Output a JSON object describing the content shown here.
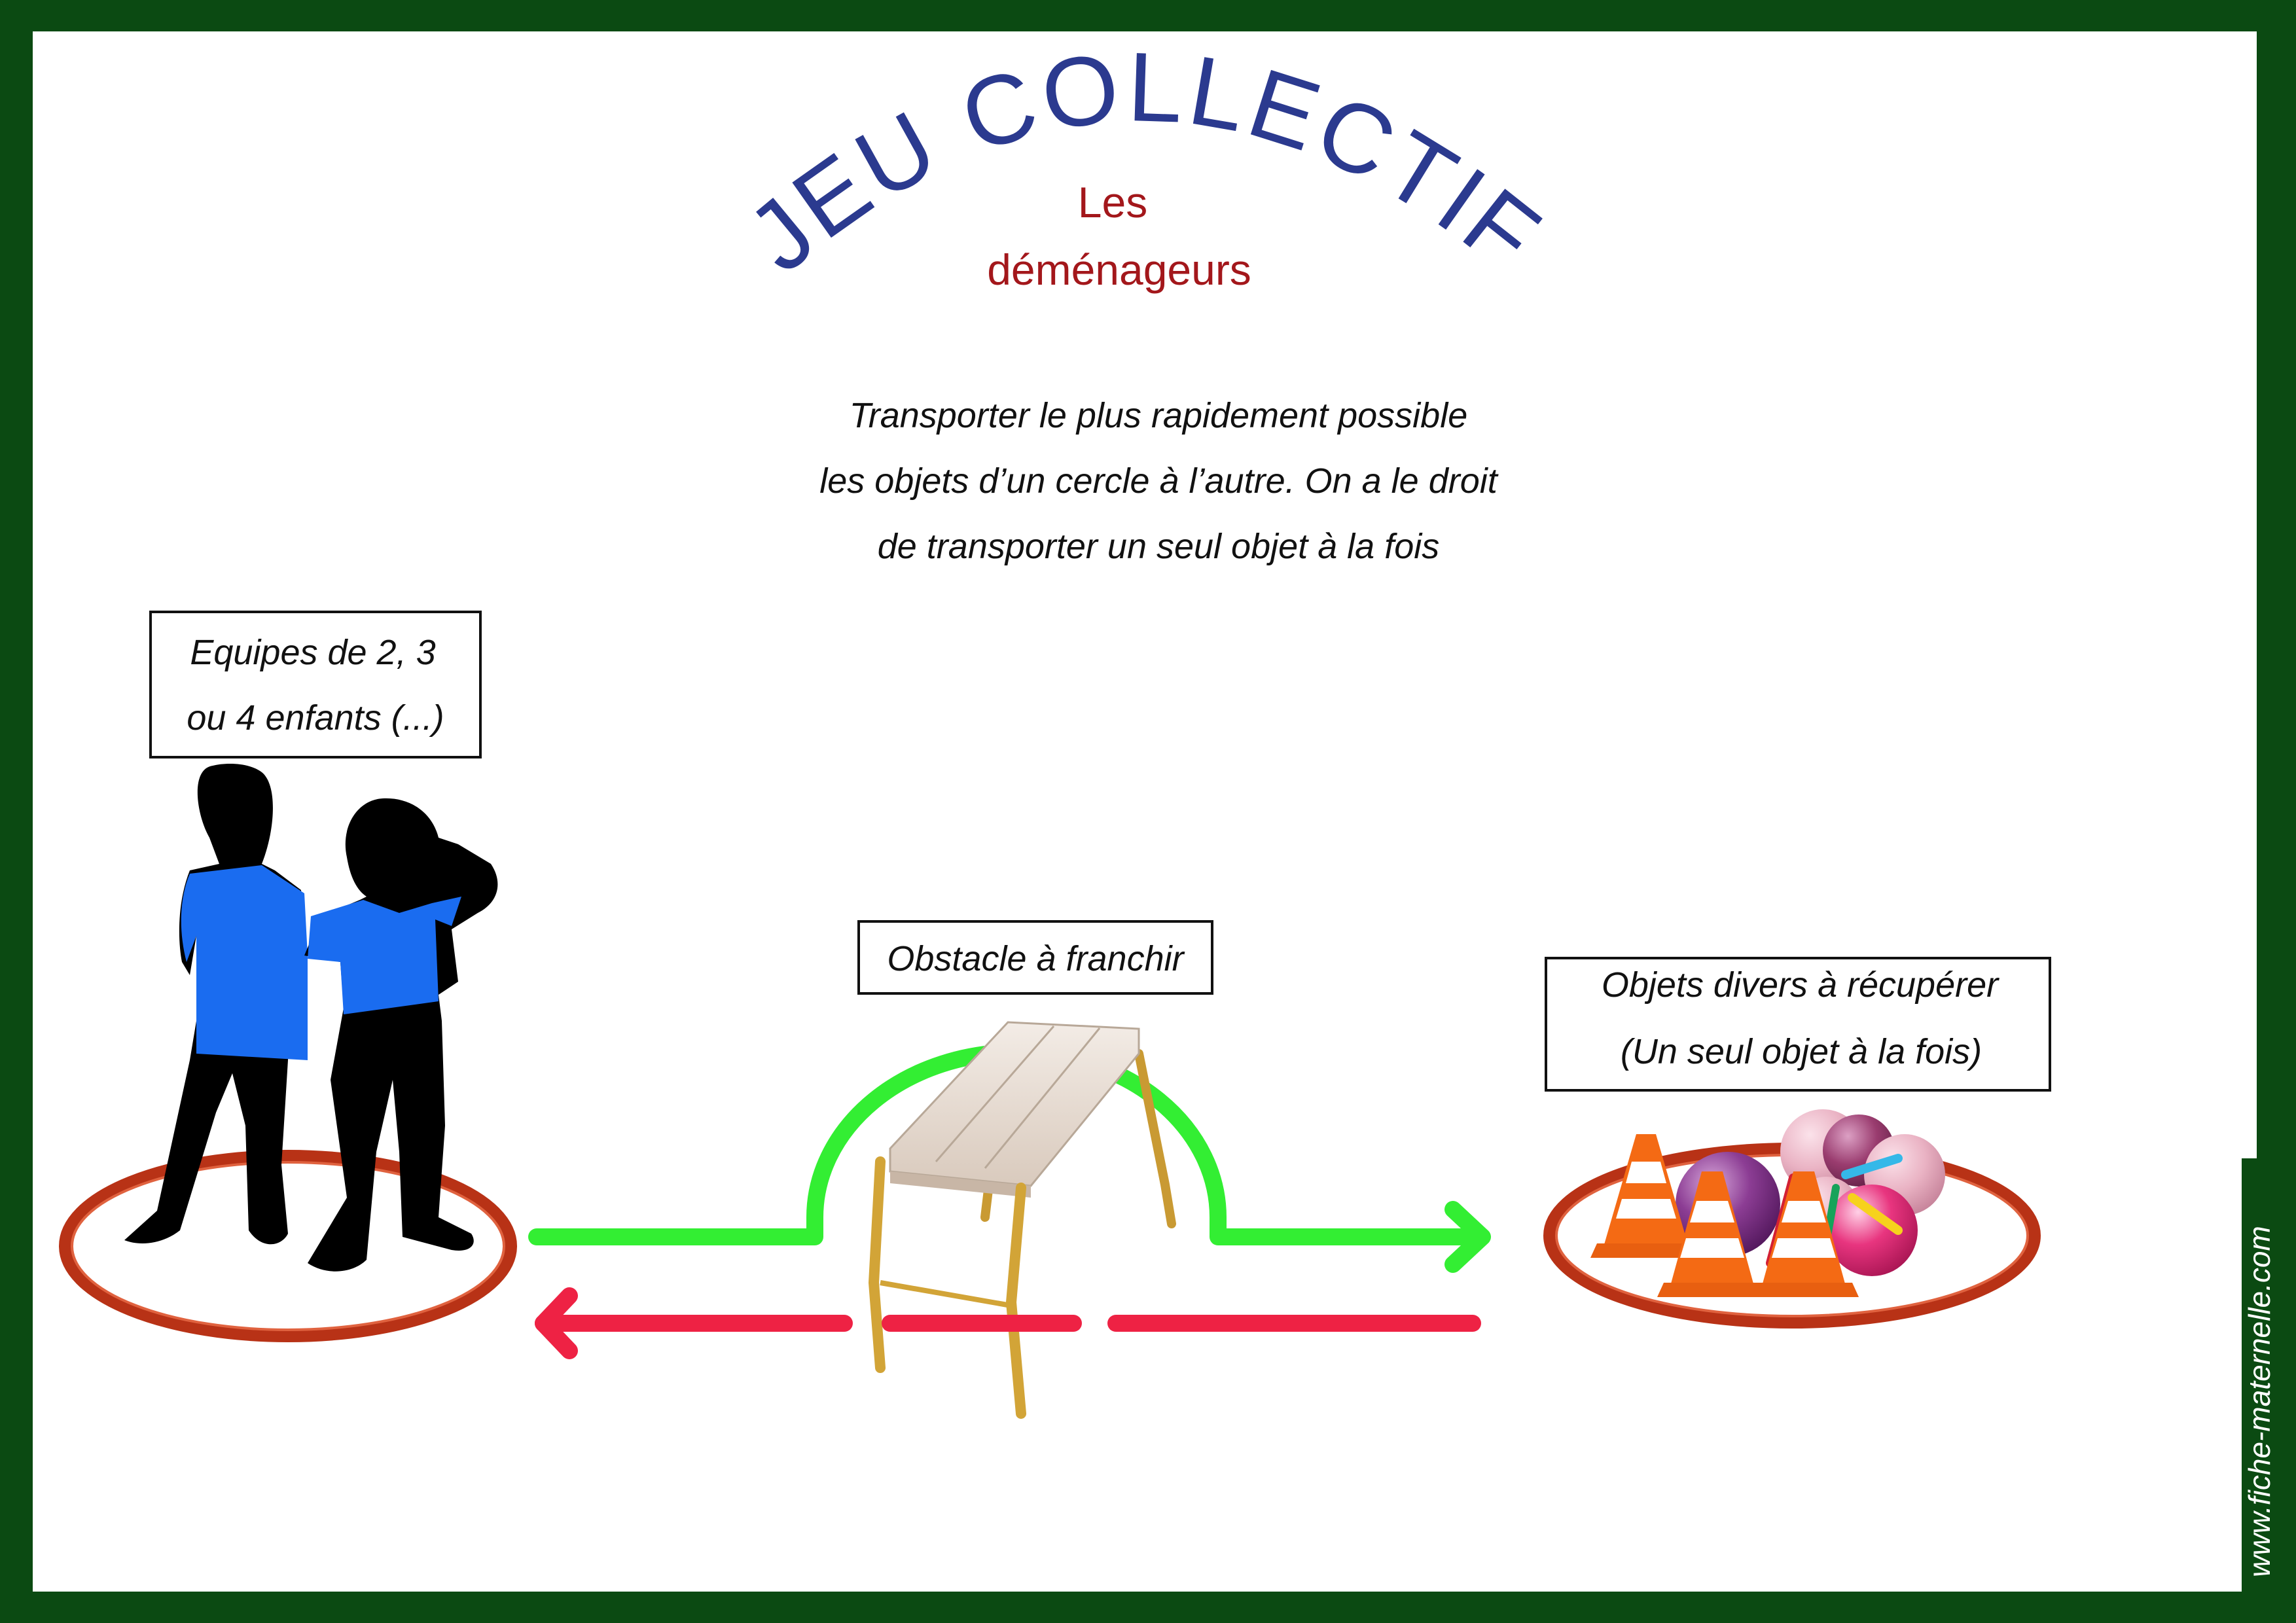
{
  "title": {
    "main": "JEU COLLECTIF",
    "subtitle_line1": "Les",
    "subtitle_line2": "déménageurs"
  },
  "instructions": [
    "Transporter le plus rapidement possible",
    "les objets d’un cercle à l’autre. On a le droit",
    "de transporter un seul objet à la fois"
  ],
  "labels": {
    "teams": [
      "Equipes de 2, 3",
      "ou 4 enfants (...)"
    ],
    "obstacle": "Obstacle à franchir",
    "objects": [
      "Objets divers à récupérer",
      "(Un seul objet à la fois)"
    ]
  },
  "watermark": "www.fiche-maternelle.com",
  "colors": {
    "frame": "#0b4a12",
    "title": "#2b3a8f",
    "subtitle": "#a3171b",
    "hoop": "#b83216",
    "path_forward": "#33ee33",
    "path_back": "#ee2244",
    "shirt": "#1a6cf0",
    "bench_legs": "#d2a437",
    "bench_seat": "#e8ddd3",
    "cone": "#f46a14"
  },
  "icons": [
    "children-silhouette",
    "bench",
    "hoop",
    "cone",
    "ball",
    "stick"
  ]
}
